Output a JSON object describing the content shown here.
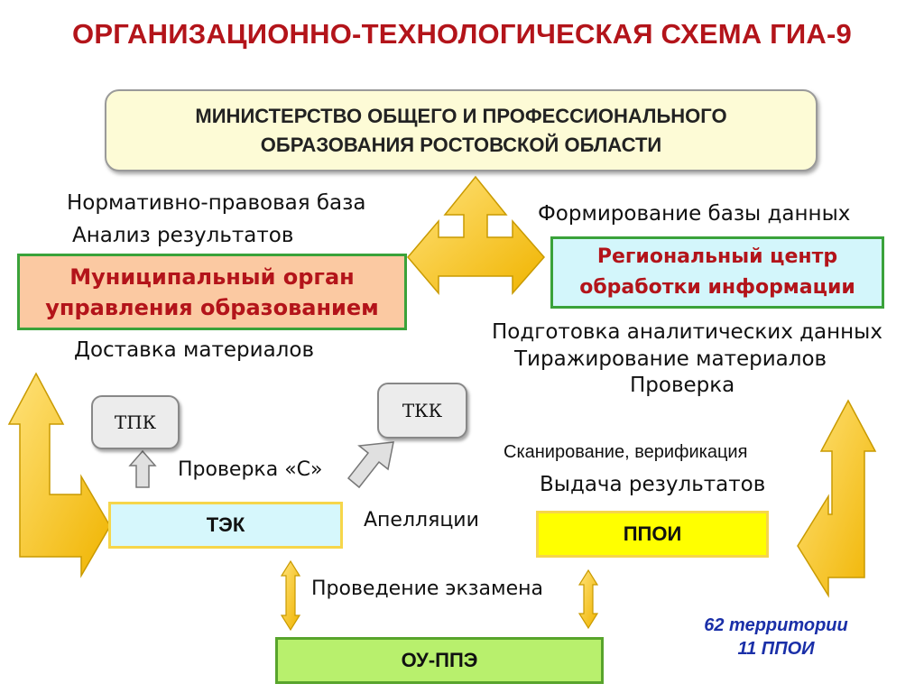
{
  "title": "ОРГАНИЗАЦИОННО-ТЕХНОЛОГИЧЕСКАЯ СХЕМА ГИА-9",
  "ministry": {
    "line1": "МИНИСТЕРСТВО ОБЩЕГО И ПРОФЕССИОНАЛЬНОГО",
    "line2": "ОБРАЗОВАНИЯ РОСТОВСКОЙ ОБЛАСТИ"
  },
  "municipal": {
    "line1": "Муниципальный орган",
    "line2": "управления образованием"
  },
  "rcoi": {
    "line1": "Региональный центр",
    "line2": "обработки информации"
  },
  "tek": "ТЭК",
  "ppoi": "ППОИ",
  "ouppe": "ОУ-ППЭ",
  "tpk": "ТПК",
  "tkk": "ТКК",
  "labels": {
    "normative": "Нормативно-правовая база",
    "analysis": "Анализ результатов",
    "db": "Формирование базы данных",
    "delivery": "Доставка материалов",
    "analytics": "Подготовка аналитических данных",
    "replication": "Тиражирование материалов",
    "check": "Проверка",
    "check_c": "Проверка «С»",
    "appeals": "Апелляции",
    "scanning": "Сканирование, верификация",
    "results": "Выдача результатов",
    "exam": "Проведение экзамена"
  },
  "note": {
    "line1": "62 территории",
    "line2": "11 ППОИ"
  },
  "colors": {
    "title": "#b3141a",
    "arrow_fill": "#f5c20c",
    "arrow_stroke": "#c99a00",
    "note": "#1a2fa8"
  }
}
